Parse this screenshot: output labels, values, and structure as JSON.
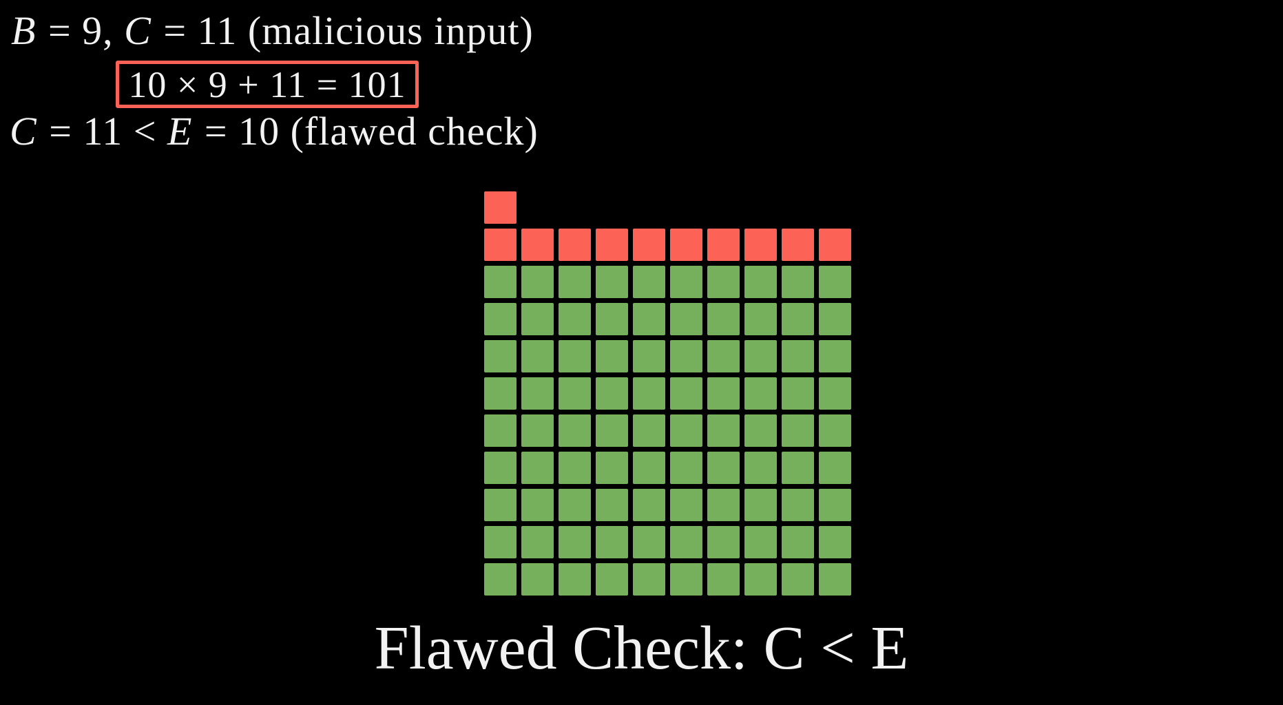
{
  "colors": {
    "background": "#000000",
    "square_red": "#fc6255",
    "square_green": "#77b05d",
    "box_border": "#fc6255",
    "text": "#f2f2f2"
  },
  "annotations": {
    "line1": {
      "segments": [
        {
          "text": "B",
          "variable": true
        },
        {
          "text": " = 9, ",
          "variable": false
        },
        {
          "text": "C",
          "variable": true
        },
        {
          "text": " = 11 (malicious input)",
          "variable": false
        }
      ]
    },
    "boxed_equation": {
      "segments": [
        {
          "text": "10 × 9 + 11 = 101",
          "variable": false
        }
      ]
    },
    "line3": {
      "segments": [
        {
          "text": "C",
          "variable": true
        },
        {
          "text": " = 11 < ",
          "variable": false
        },
        {
          "text": "E",
          "variable": true
        },
        {
          "text": " = 10 (flawed check)",
          "variable": false
        }
      ]
    }
  },
  "grid": {
    "columns": 10,
    "overflow_red_cells": 1,
    "full_red_row_cells": 10,
    "green_rows": 9,
    "total_red_cells": 11,
    "total_green_cells": 90
  },
  "caption": {
    "text": "Flawed Check: C < E"
  }
}
